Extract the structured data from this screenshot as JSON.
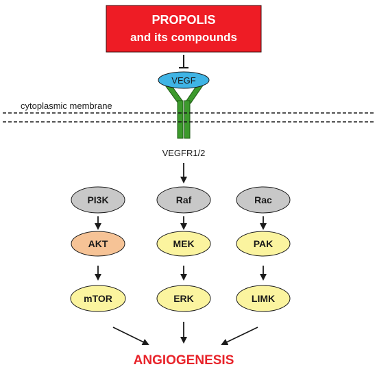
{
  "title": {
    "line1": "PROPOLIS",
    "line2": "and its compounds"
  },
  "ligand": "VEGF",
  "membrane_label": "cytoplasmic membrane",
  "receptor_label": "VEGFR1/2",
  "pathways": [
    {
      "upstream": "PI3K",
      "middle": "AKT",
      "downstream": "mTOR"
    },
    {
      "upstream": "Raf",
      "middle": "MEK",
      "downstream": "ERK"
    },
    {
      "upstream": "Rac",
      "middle": "PAK",
      "downstream": "LIMK"
    }
  ],
  "outcome": "ANGIOGENESIS",
  "colors": {
    "title_box": "#ee1c25",
    "title_text": "#ffffff",
    "ligand": "#3fb4e5",
    "receptor": "#3c9a2c",
    "upstream": "#c8c8c8",
    "akt": "#f6c396",
    "kinase": "#fbf49f",
    "outcome": "#e8232a",
    "line": "#1a1a1a"
  }
}
